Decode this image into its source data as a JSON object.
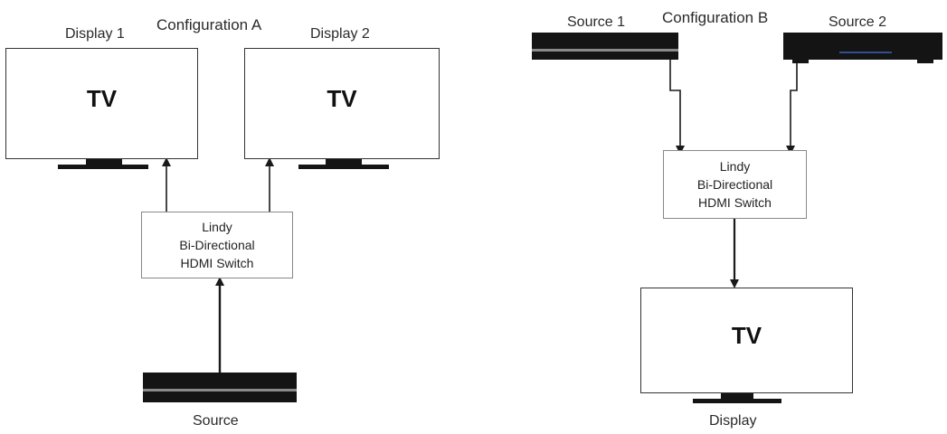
{
  "config_a": {
    "title": "Configuration A",
    "display1_label": "Display 1",
    "display2_label": "Display 2",
    "tv1_text": "TV",
    "tv2_text": "TV",
    "switch_lines": [
      "Lindy",
      "Bi-Directional",
      "HDMI Switch"
    ],
    "source_label": "Source"
  },
  "config_b": {
    "title": "Configuration B",
    "source1_label": "Source 1",
    "source2_label": "Source 2",
    "switch_lines": [
      "Lindy",
      "Bi-Directional",
      "HDMI Switch"
    ],
    "tv_text": "TV",
    "display_label": "Display"
  },
  "colors": {
    "line": "#1a1a1a",
    "device_body": "#141414",
    "device_accent": "#2f4f8f"
  }
}
